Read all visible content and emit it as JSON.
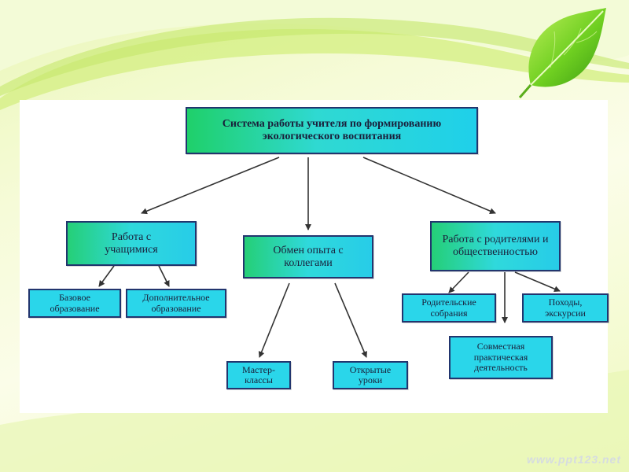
{
  "diagram": {
    "root": "Система работы учителя по формированию экологического воспитания",
    "branches": [
      {
        "label": "Работа с учащимися",
        "children": [
          "Базовое образование",
          "Дополнительное образование"
        ]
      },
      {
        "label": "Обмен опыта с коллегами",
        "children": [
          "Мастер-классы",
          "Открытые уроки"
        ]
      },
      {
        "label": "Работа с родителями и общественностью",
        "children": [
          "Родительские собрания",
          "Совместная практическая деятельность",
          "Походы, экскурсии"
        ]
      }
    ]
  },
  "watermark": "www.ppt123.net",
  "colors": {
    "box_cyan": "#2ad6ea",
    "box_green": "#1fd06a",
    "border": "#22356e",
    "leaf": "#7cc520"
  },
  "icons": [
    "leaf-icon"
  ]
}
